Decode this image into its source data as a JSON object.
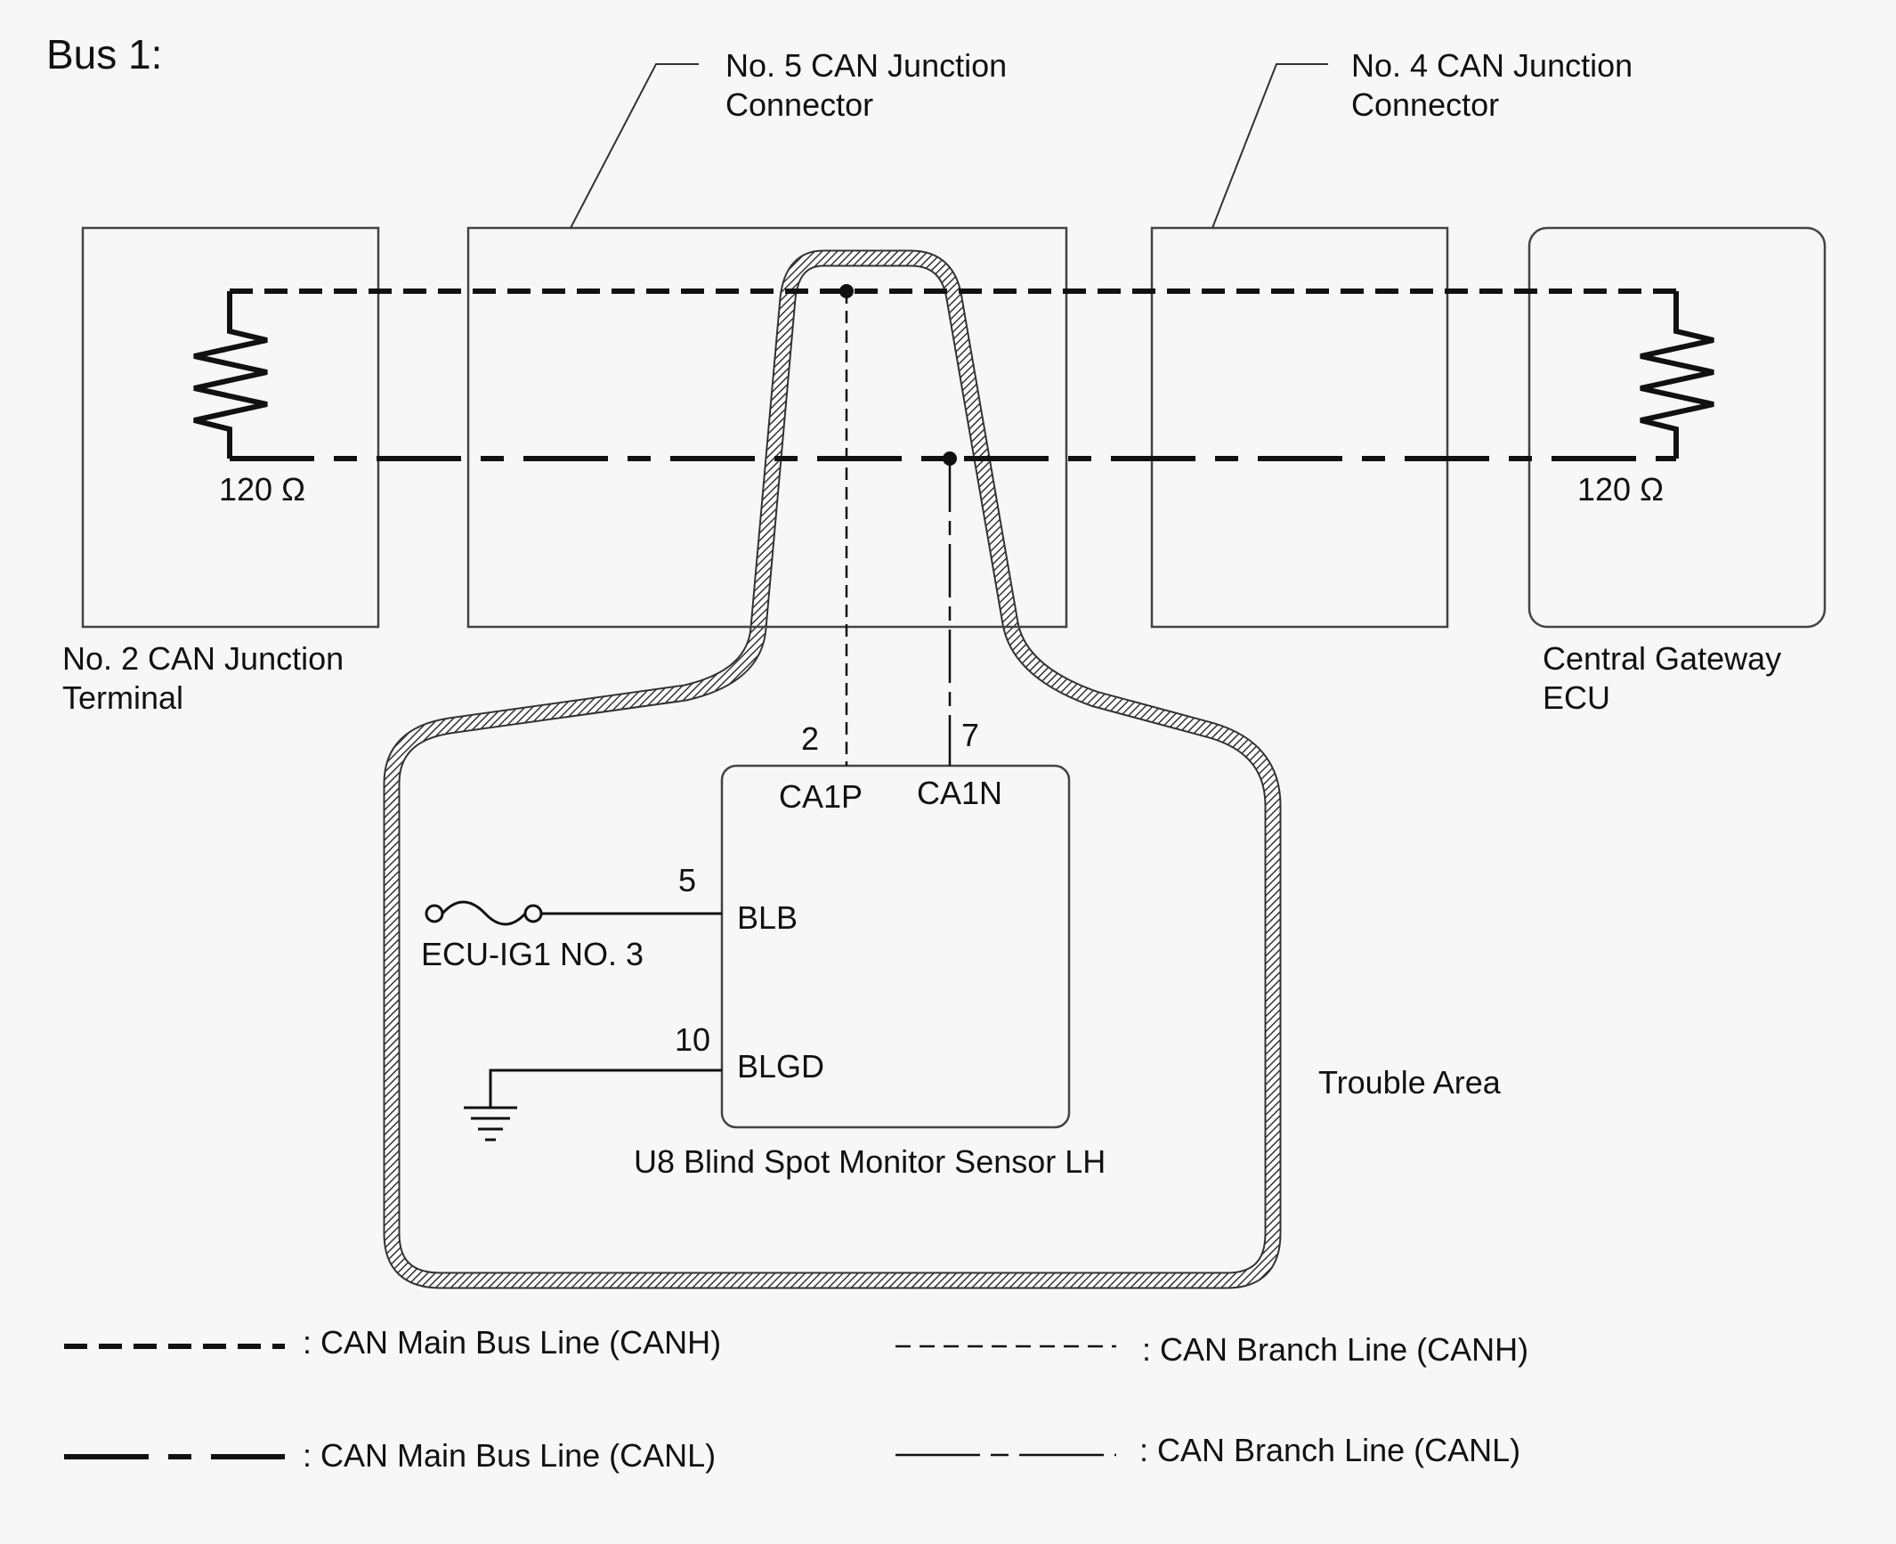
{
  "bus_title": "Bus 1:",
  "components": {
    "no2_junction_terminal": {
      "label_lines": [
        "No. 2 CAN Junction",
        "Terminal"
      ],
      "resistor_label": "120 Ω"
    },
    "no5_junction_connector": {
      "label_lines": [
        "No. 5 CAN Junction",
        "Connector"
      ]
    },
    "no4_junction_connector": {
      "label_lines": [
        "No. 4 CAN Junction",
        "Connector"
      ]
    },
    "central_gateway_ecu": {
      "label_lines": [
        "Central Gateway",
        "ECU"
      ],
      "resistor_label": "120 Ω"
    },
    "sensor": {
      "name": "U8  Blind Spot Monitor Sensor LH",
      "pins": [
        {
          "number": "2",
          "name": "CA1P"
        },
        {
          "number": "7",
          "name": "CA1N"
        },
        {
          "number": "5",
          "name": "BLB"
        },
        {
          "number": "10",
          "name": "BLGD"
        }
      ]
    },
    "fuse": {
      "label": "ECU-IG1 NO. 3"
    }
  },
  "trouble_area_label": "Trouble Area",
  "legend": [
    {
      "label": ": CAN Main Bus Line (CANH)"
    },
    {
      "label": ": CAN Main Bus Line (CANL)"
    },
    {
      "label": ": CAN Branch Line (CANH)"
    },
    {
      "label": ": CAN Branch Line (CANL)"
    }
  ]
}
